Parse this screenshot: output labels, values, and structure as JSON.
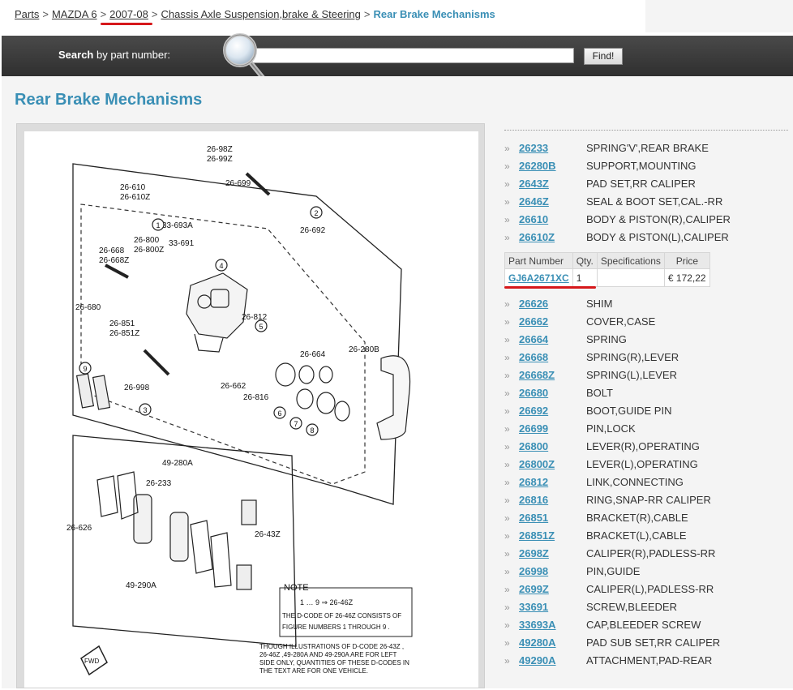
{
  "breadcrumb": {
    "items": [
      "Parts",
      "MAZDA 6",
      "2007-08",
      "Chassis Axle Suspension,brake & Steering"
    ],
    "separator": ">",
    "current": "Rear Brake Mechanisms"
  },
  "search": {
    "label_bold": "Search",
    "label_rest": " by part number:",
    "value": "",
    "button": "Find!"
  },
  "page_title": "Rear Brake Mechanisms",
  "colors": {
    "accent": "#3a8fb5",
    "annotation_red": "#d6181b",
    "band": "#3a3a3a"
  },
  "diagram": {
    "labels": [
      "26-98Z",
      "26-99Z",
      "26-610",
      "26-610Z",
      "26-699",
      "33-693A",
      "26-800",
      "26-800Z",
      "33-691",
      "26-668",
      "26-668Z",
      "26-680",
      "26-851",
      "26-851Z",
      "26-692",
      "26-812",
      "26-664",
      "26-662",
      "26-816",
      "26-280B",
      "26-998",
      "49-280A",
      "26-233",
      "26-626",
      "26-43Z",
      "49-290A",
      "1",
      "2",
      "3",
      "4",
      "5",
      "6",
      "7",
      "8",
      "9"
    ],
    "note_title": "NOTE",
    "note_line1": "1 … 9 ⇒ 26-46Z",
    "note_line2": "THE D-CODE OF  26-46Z  CONSISTS OF",
    "note_line3": "FIGURE NUMBERS  1  THROUGH  9 .",
    "footnote": [
      "THOUGH ILLUSTRATIONS OF D-CODE 26-43Z ,",
      "26-46Z ,49-280A AND 49-290A ARE FOR LEFT",
      "SIDE ONLY, QUANTITIES OF THESE D-CODES IN",
      "THE TEXT ARE FOR ONE VEHICLE."
    ],
    "fwd": "FWD"
  },
  "parts_top": [
    {
      "code": "26233",
      "desc": "SPRING'V',REAR BRAKE"
    },
    {
      "code": "26280B",
      "desc": "SUPPORT,MOUNTING"
    },
    {
      "code": "2643Z",
      "desc": "PAD SET,RR CALIPER"
    },
    {
      "code": "2646Z",
      "desc": "SEAL & BOOT SET,CAL.-RR"
    },
    {
      "code": "26610",
      "desc": "BODY & PISTON(R),CALIPER"
    },
    {
      "code": "26610Z",
      "desc": "BODY & PISTON(L),CALIPER"
    }
  ],
  "detail": {
    "headers": [
      "Part Number",
      "Qty.",
      "Specifications",
      "Price"
    ],
    "part_number": "GJ6A2671XC",
    "qty": "1",
    "spec": "",
    "price": "€ 172,22"
  },
  "parts_bottom": [
    {
      "code": "26626",
      "desc": "SHIM"
    },
    {
      "code": "26662",
      "desc": "COVER,CASE"
    },
    {
      "code": "26664",
      "desc": "SPRING"
    },
    {
      "code": "26668",
      "desc": "SPRING(R),LEVER"
    },
    {
      "code": "26668Z",
      "desc": "SPRING(L),LEVER"
    },
    {
      "code": "26680",
      "desc": "BOLT"
    },
    {
      "code": "26692",
      "desc": "BOOT,GUIDE PIN"
    },
    {
      "code": "26699",
      "desc": "PIN,LOCK"
    },
    {
      "code": "26800",
      "desc": "LEVER(R),OPERATING"
    },
    {
      "code": "26800Z",
      "desc": "LEVER(L),OPERATING"
    },
    {
      "code": "26812",
      "desc": "LINK,CONNECTING"
    },
    {
      "code": "26816",
      "desc": "RING,SNAP-RR CALIPER"
    },
    {
      "code": "26851",
      "desc": "BRACKET(R),CABLE"
    },
    {
      "code": "26851Z",
      "desc": "BRACKET(L),CABLE"
    },
    {
      "code": "2698Z",
      "desc": "CALIPER(R),PADLESS-RR"
    },
    {
      "code": "26998",
      "desc": "PIN,GUIDE"
    },
    {
      "code": "2699Z",
      "desc": "CALIPER(L),PADLESS-RR"
    },
    {
      "code": "33691",
      "desc": "SCREW,BLEEDER"
    },
    {
      "code": "33693A",
      "desc": "CAP,BLEEDER SCREW"
    },
    {
      "code": "49280A",
      "desc": "PAD SUB SET,RR CALIPER"
    },
    {
      "code": "49290A",
      "desc": "ATTACHMENT,PAD-REAR"
    }
  ]
}
